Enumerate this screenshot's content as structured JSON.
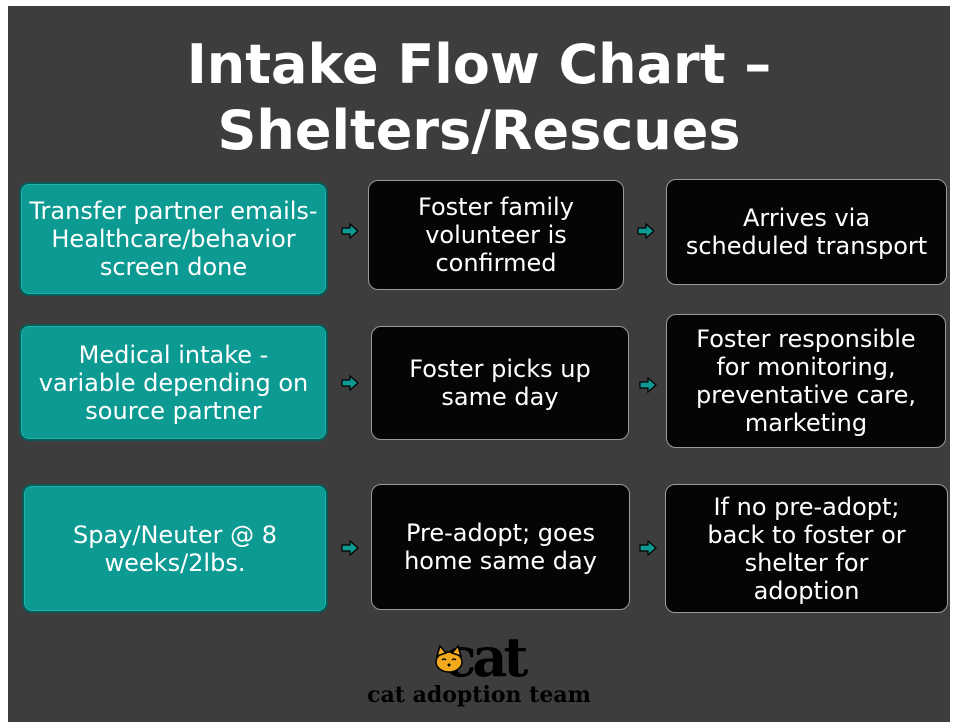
{
  "title": {
    "line1": "Intake Flow Chart –",
    "line2": "Shelters/Rescues"
  },
  "rows": [
    {
      "step1": [
        "Transfer partner emails-",
        "Healthcare/behavior",
        "screen done"
      ],
      "step2": [
        "Foster family",
        "volunteer is",
        "confirmed"
      ],
      "step3": [
        "Arrives via",
        "scheduled transport"
      ]
    },
    {
      "step1": [
        "Medical intake -",
        "variable depending on",
        "source partner"
      ],
      "step2": [
        "Foster picks up",
        "same day"
      ],
      "step3": [
        "Foster responsible",
        "for monitoring,",
        "preventative care,",
        "marketing"
      ]
    },
    {
      "step1": [
        "Spay/Neuter @ 8",
        "weeks/2lbs."
      ],
      "step2": [
        "Pre-adopt; goes",
        "home same day"
      ],
      "step3": [
        "If no pre-adopt;",
        "back to foster or",
        "shelter for",
        "adoption"
      ]
    }
  ],
  "logo": {
    "mark_text": "cat",
    "caption": "cat adoption team"
  },
  "colors": {
    "background": "#3d3d3d",
    "teal_box": "#0d9a93",
    "dark_box": "#050505",
    "arrow": "#0d9a93"
  }
}
